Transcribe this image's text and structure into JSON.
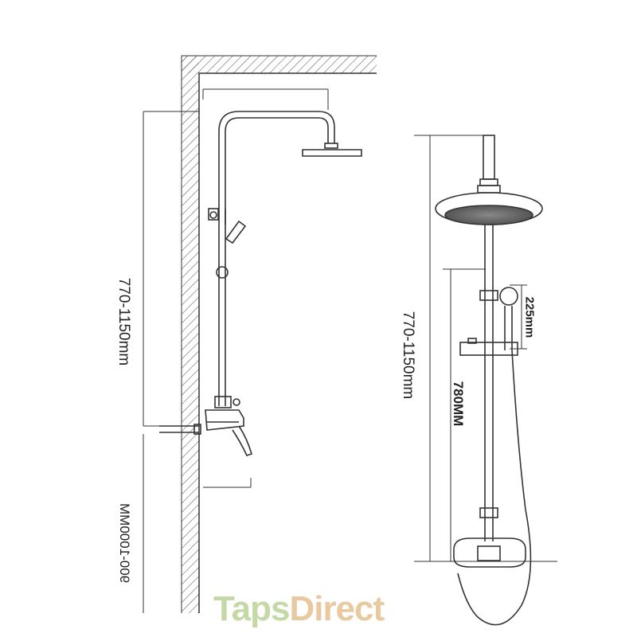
{
  "labels": {
    "left_height": "770-1150mm",
    "left_bottom": "900-1000MM",
    "right_height": "770-1150mm",
    "right_mid": "780MM",
    "right_small": "225mm"
  },
  "logo": {
    "part1": "Taps",
    "part2": "Direct",
    "color1": "#c4d9a6",
    "color2": "#e9c9a0"
  },
  "colors": {
    "line": "#333333",
    "hatch": "#555555"
  }
}
